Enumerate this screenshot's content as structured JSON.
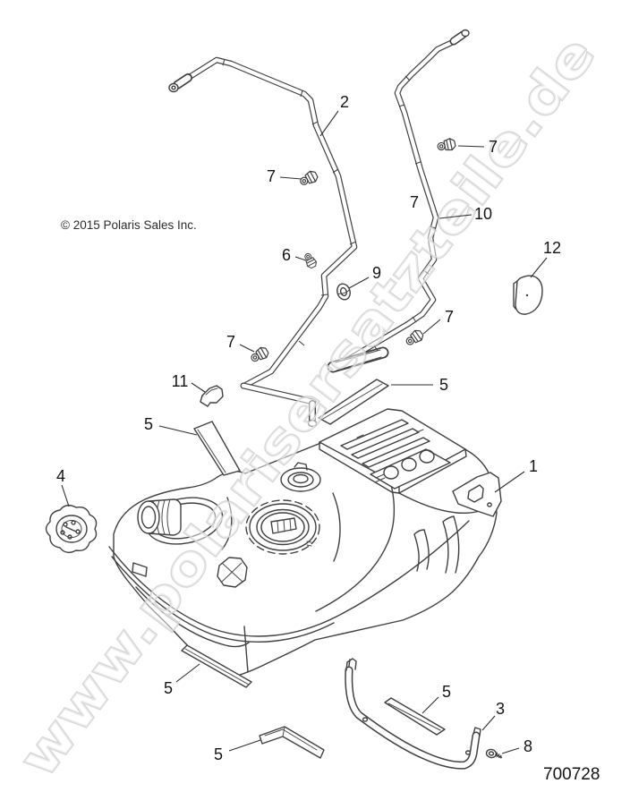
{
  "watermark": {
    "text": "www.polarisersatzteile.de"
  },
  "notices": {
    "copyright": "© 2015 Polaris Sales Inc."
  },
  "title_block": {
    "drawing_number": "700728"
  },
  "callouts": [
    {
      "label": "2"
    },
    {
      "label": "7"
    },
    {
      "label": "7"
    },
    {
      "label": "10"
    },
    {
      "label": "7"
    },
    {
      "label": "6"
    },
    {
      "label": "9"
    },
    {
      "label": "12"
    },
    {
      "label": "7"
    },
    {
      "label": "7"
    },
    {
      "label": "11"
    },
    {
      "label": "5"
    },
    {
      "label": "5"
    },
    {
      "label": "4"
    },
    {
      "label": "1"
    },
    {
      "label": "5"
    },
    {
      "label": "5"
    },
    {
      "label": "5"
    },
    {
      "label": "3"
    },
    {
      "label": "8"
    }
  ],
  "colors": {
    "background": "#ffffff",
    "line_art": "#404040",
    "watermark": "#c9c9c9"
  }
}
